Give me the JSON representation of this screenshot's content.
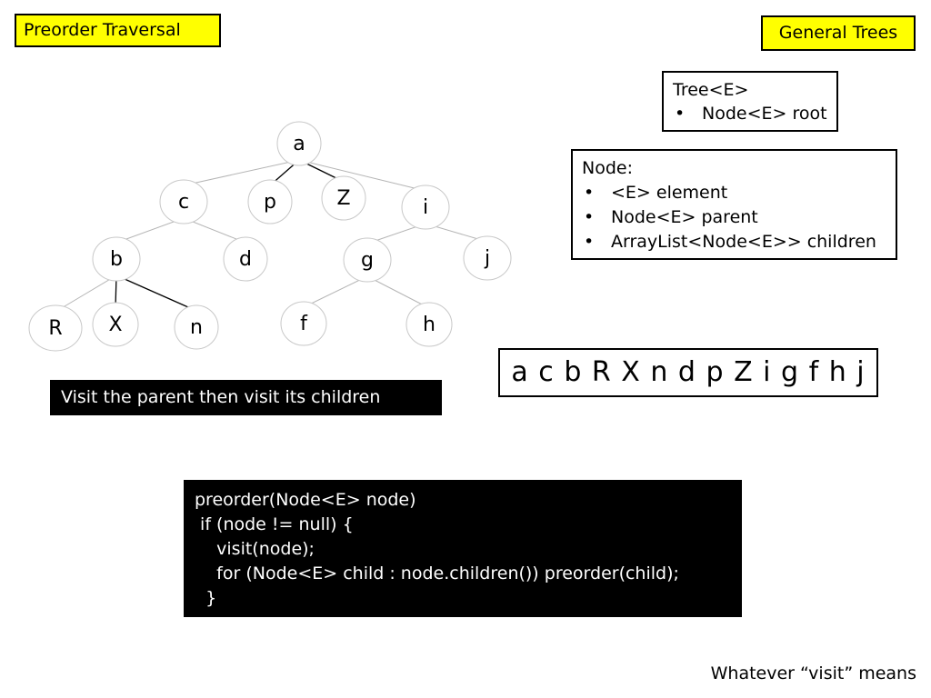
{
  "header": {
    "left_tag": "Preorder Traversal",
    "right_tag": "General Trees"
  },
  "tree_class": {
    "title": "Tree<E>",
    "items": [
      "Node<E> root"
    ]
  },
  "node_class": {
    "title": "Node:",
    "items": [
      "<E> element",
      "Node<E> parent",
      "ArrayList<Node<E>> children"
    ]
  },
  "tree": {
    "nodes": [
      {
        "id": "a",
        "label": "a"
      },
      {
        "id": "c",
        "label": "c"
      },
      {
        "id": "p",
        "label": "p"
      },
      {
        "id": "Z",
        "label": "Z"
      },
      {
        "id": "i",
        "label": "i"
      },
      {
        "id": "b",
        "label": "b"
      },
      {
        "id": "d",
        "label": "d"
      },
      {
        "id": "g",
        "label": "g"
      },
      {
        "id": "j",
        "label": "j"
      },
      {
        "id": "R",
        "label": "R"
      },
      {
        "id": "X",
        "label": "X"
      },
      {
        "id": "n",
        "label": "n"
      },
      {
        "id": "f",
        "label": "f"
      },
      {
        "id": "h",
        "label": "h"
      }
    ],
    "edges": [
      [
        "a",
        "c"
      ],
      [
        "a",
        "p"
      ],
      [
        "a",
        "Z"
      ],
      [
        "a",
        "i"
      ],
      [
        "c",
        "b"
      ],
      [
        "c",
        "d"
      ],
      [
        "b",
        "R"
      ],
      [
        "b",
        "X"
      ],
      [
        "b",
        "n"
      ],
      [
        "i",
        "g"
      ],
      [
        "i",
        "j"
      ],
      [
        "g",
        "f"
      ],
      [
        "g",
        "h"
      ]
    ]
  },
  "preorder_result": "a c b R X n d p Z i g f h j",
  "banner": "Visit the parent then visit its children",
  "code": {
    "lines": [
      "preorder(Node<E> node)",
      " if (node != null) {",
      "    visit(node);",
      "    for (Node<E> child : node.children()) preorder(child);",
      "  }"
    ]
  },
  "footnote": "Whatever “visit” means"
}
